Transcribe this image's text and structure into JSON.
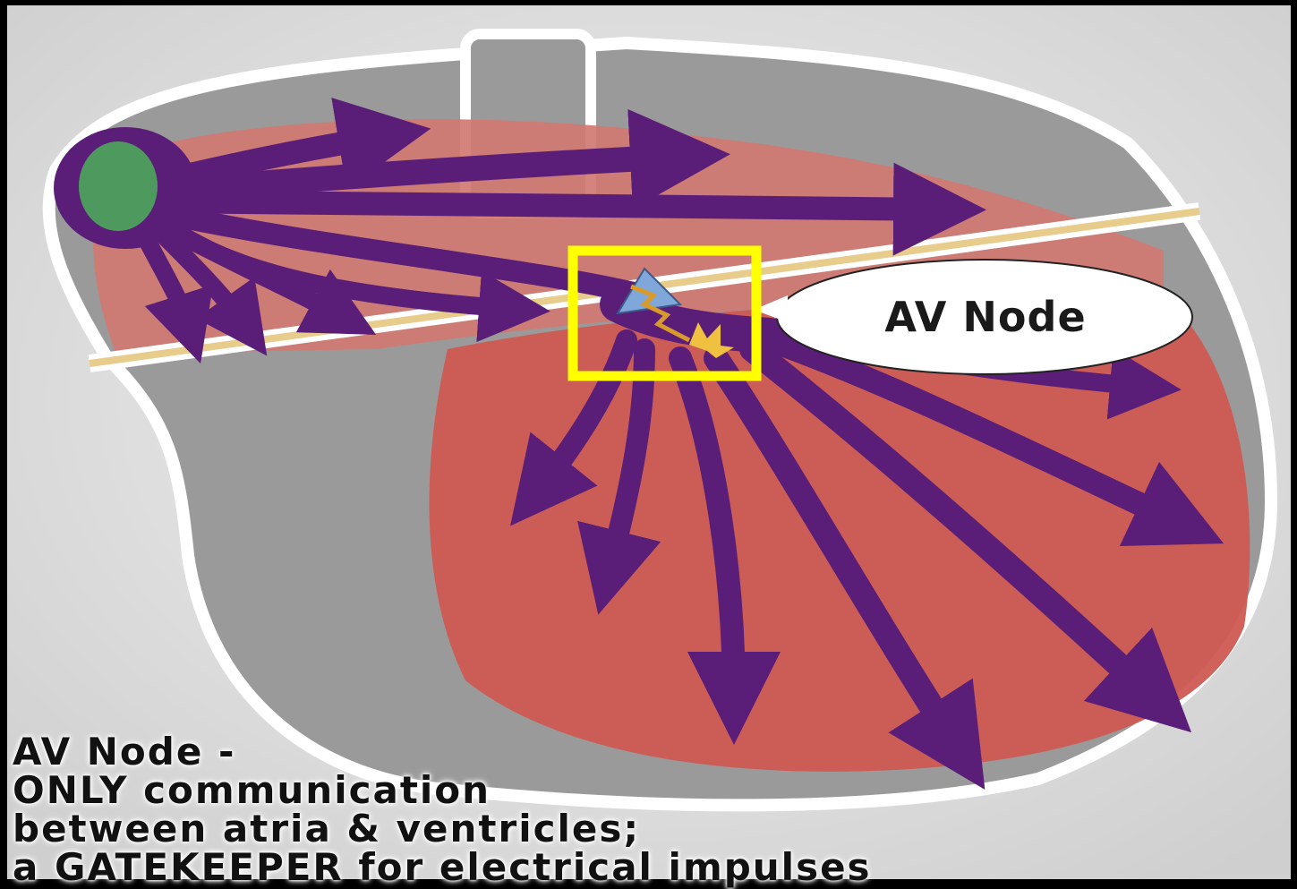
{
  "callout": {
    "label": "AV Node"
  },
  "caption": {
    "lines": [
      "AV Node -",
      "ONLY communication",
      "between atria & ventricles;",
      "a GATEKEEPER for electrical impulses"
    ]
  },
  "colors": {
    "background": "#000000",
    "paper": "#e4e4e4",
    "chamber_gray": "#9a9a9a",
    "atria_red": "#d07a72",
    "ventricle_red": "#cf5a52",
    "conduction_purple": "#5a1e78",
    "sa_node_green": "#4e9a5e",
    "av_node_blue": "#7fa7d9",
    "highlight_yellow": "#ffff00",
    "septum_tan": "#e8cc8c"
  }
}
